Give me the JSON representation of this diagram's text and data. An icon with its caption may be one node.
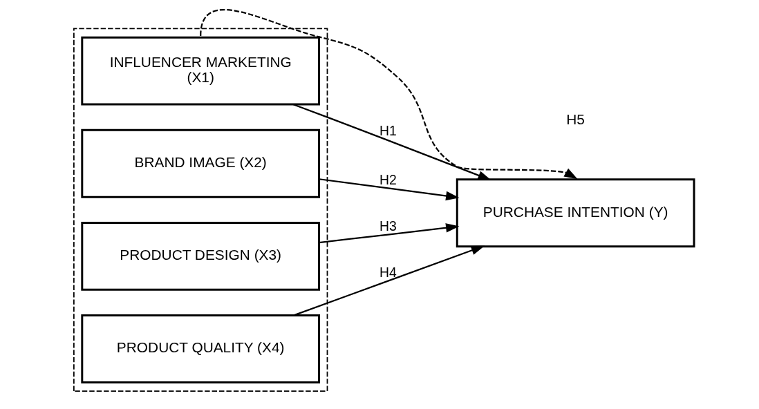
{
  "diagram": {
    "nodes": [
      {
        "text": [],
        "shape": "box"
      },
      {
        "text": [
          "INFLUENCER MARKETING (X1)"
        ],
        "in": 0
      },
      {
        "text": [
          "BRAND IMAGE (X2)"
        ],
        "in": 0
      },
      {
        "text": [
          "PRODUCT DESIGN (X3)"
        ],
        "in": 0
      },
      {
        "text": [
          "PRODUCT QUALITY (X4)"
        ],
        "in": 0
      },
      {
        "text": [
          "PURCHASE INTENTION (Y)"
        ]
      }
    ],
    "edges": [
      {
        "from": 1,
        "to": 5,
        "arrow": "to",
        "style": "dashed"
      },
      {
        "from": 1,
        "to": 5,
        "arrow": "to",
        "label": "H1"
      },
      {
        "from": 2,
        "to": 5,
        "arrow": "to",
        "label": "H2"
      },
      {
        "from": 3,
        "to": 5,
        "arrow": "to",
        "label": "H3"
      },
      {
        "from": 4,
        "to": 5,
        "arrow": "to",
        "label": "H4"
      }
    ],
    "labels": [
      "H5"
    ]
  }
}
